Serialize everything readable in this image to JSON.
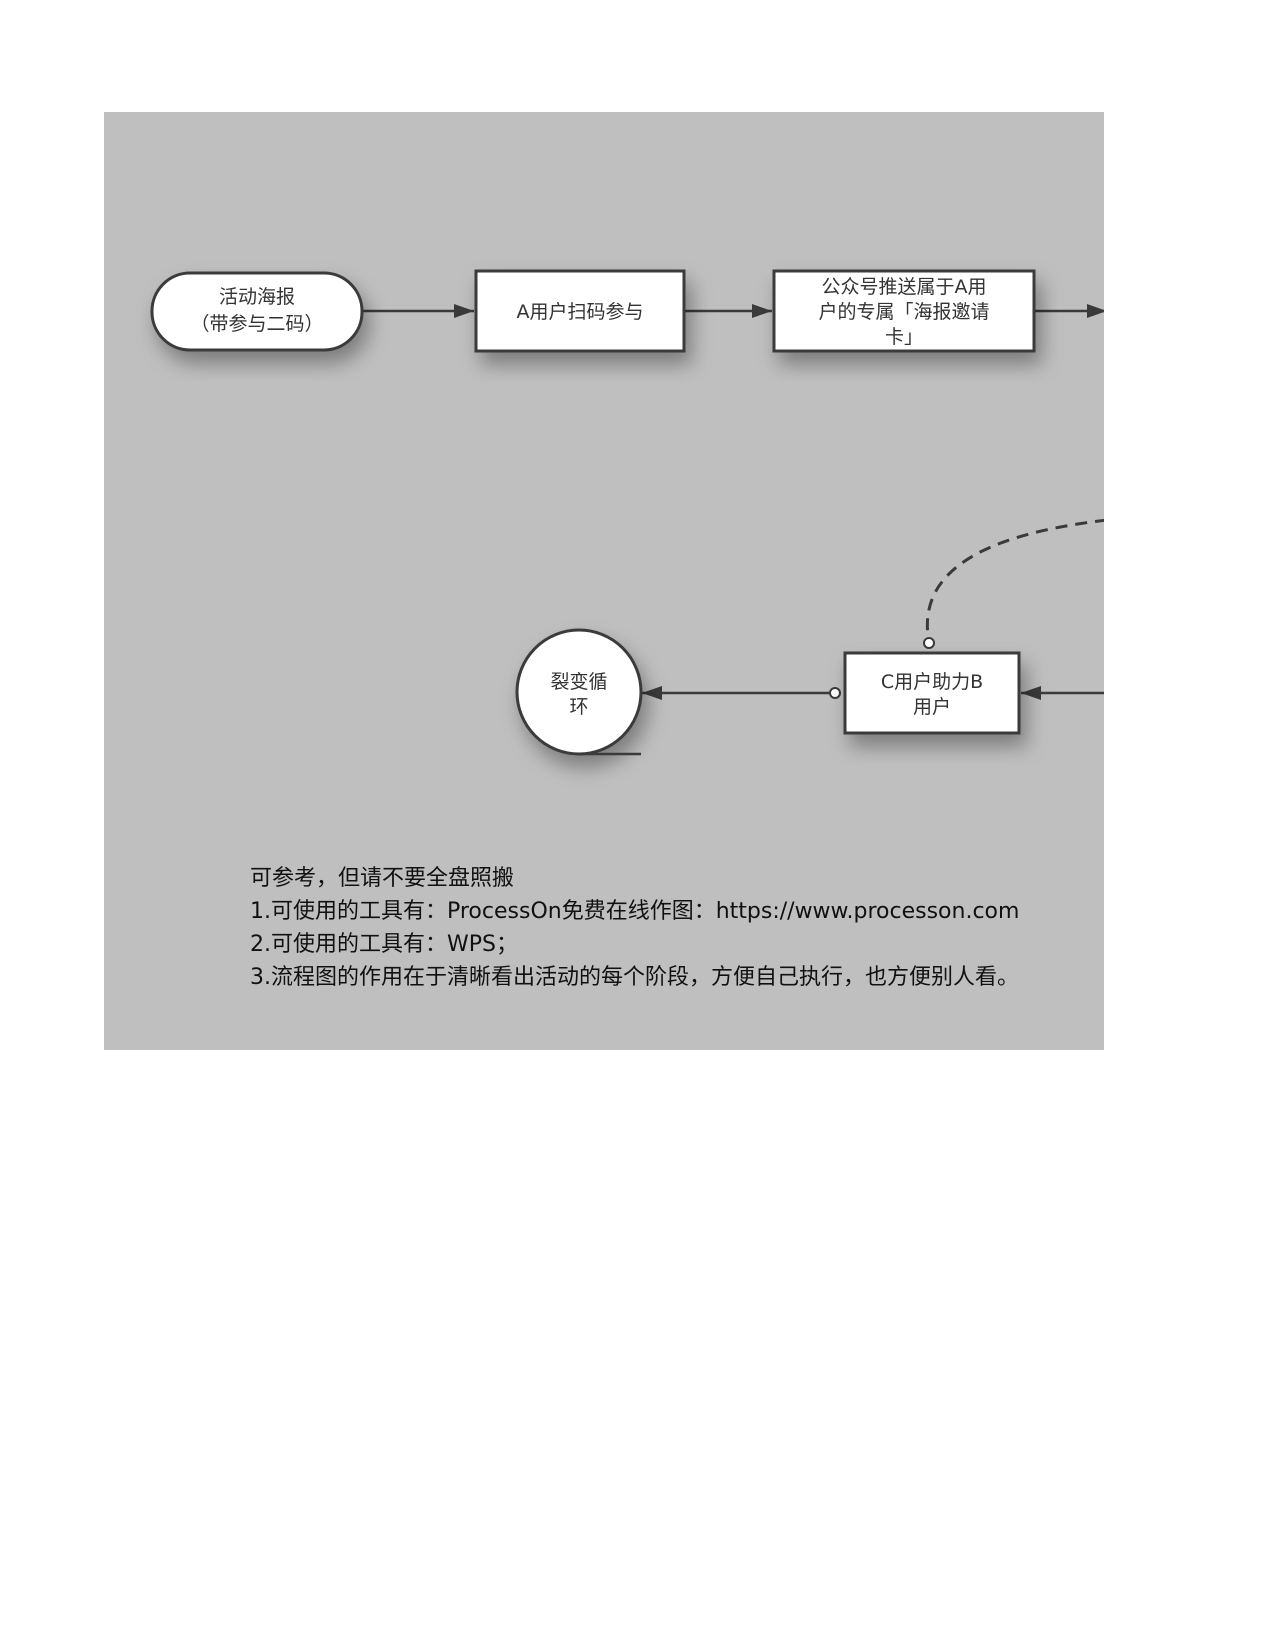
{
  "diagram": {
    "nodes": [
      {
        "id": "poster",
        "shape": "pill",
        "lines": [
          "活动海报",
          "（带参与二码）"
        ]
      },
      {
        "id": "scan",
        "shape": "rect",
        "lines": [
          "A用户扫码参与"
        ]
      },
      {
        "id": "push",
        "shape": "rect",
        "lines": [
          "公众号推送属于A用",
          "户的专属「海报邀请",
          "卡」"
        ]
      },
      {
        "id": "assist",
        "shape": "rect",
        "lines": [
          "C用户助力B",
          "用户"
        ]
      },
      {
        "id": "loop",
        "shape": "circle",
        "lines": [
          "裂变循",
          "环"
        ]
      }
    ],
    "colors": {
      "background": "#bfbfbf",
      "node_fill": "#ffffff",
      "node_stroke": "#3a3a3a",
      "edge": "#3a3a3a",
      "label": "#333333"
    }
  },
  "notes": {
    "heading": "可参考，但请不要全盘照搬",
    "line1": "1.可使用的工具有：ProcessOn免费在线作图：https://www.processon.com",
    "line2": "2.可使用的工具有：WPS；",
    "line3": "3.流程图的作用在于清晰看出活动的每个阶段，方便自己执行，也方便别人看。"
  }
}
